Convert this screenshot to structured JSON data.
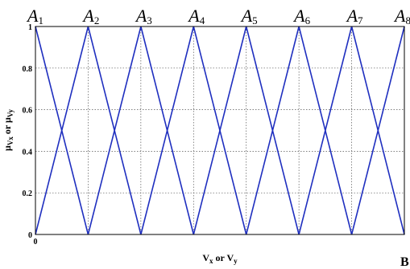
{
  "chart_data": {
    "type": "line",
    "panel_label": "B",
    "xlabel": {
      "main": "V",
      "sub1": "x",
      "mid": " or V",
      "sub2": "y"
    },
    "ylabel": {
      "main": "μ",
      "sub1": "Vx",
      "mid": " or μ",
      "sub2": "Vy"
    },
    "x_tick_labels": [
      "0"
    ],
    "y_ticks": [
      0,
      0.2,
      0.4,
      0.6,
      0.8,
      1
    ],
    "y_tick_labels": [
      "0",
      "0.2",
      "0.4",
      "0.6",
      "0.8",
      "1"
    ],
    "ylim": [
      0,
      1
    ],
    "xlim": [
      0,
      7
    ],
    "grid": true,
    "grid_style": "dotted",
    "line_color": "#1f2fbf",
    "sets": [
      {
        "name": "A",
        "sub": "1",
        "center": 0
      },
      {
        "name": "A",
        "sub": "2",
        "center": 1
      },
      {
        "name": "A",
        "sub": "3",
        "center": 2
      },
      {
        "name": "A",
        "sub": "4",
        "center": 3
      },
      {
        "name": "A",
        "sub": "5",
        "center": 4
      },
      {
        "name": "A",
        "sub": "6",
        "center": 5
      },
      {
        "name": "A",
        "sub": "7",
        "center": 6
      },
      {
        "name": "A",
        "sub": "8",
        "center": 7
      }
    ]
  }
}
